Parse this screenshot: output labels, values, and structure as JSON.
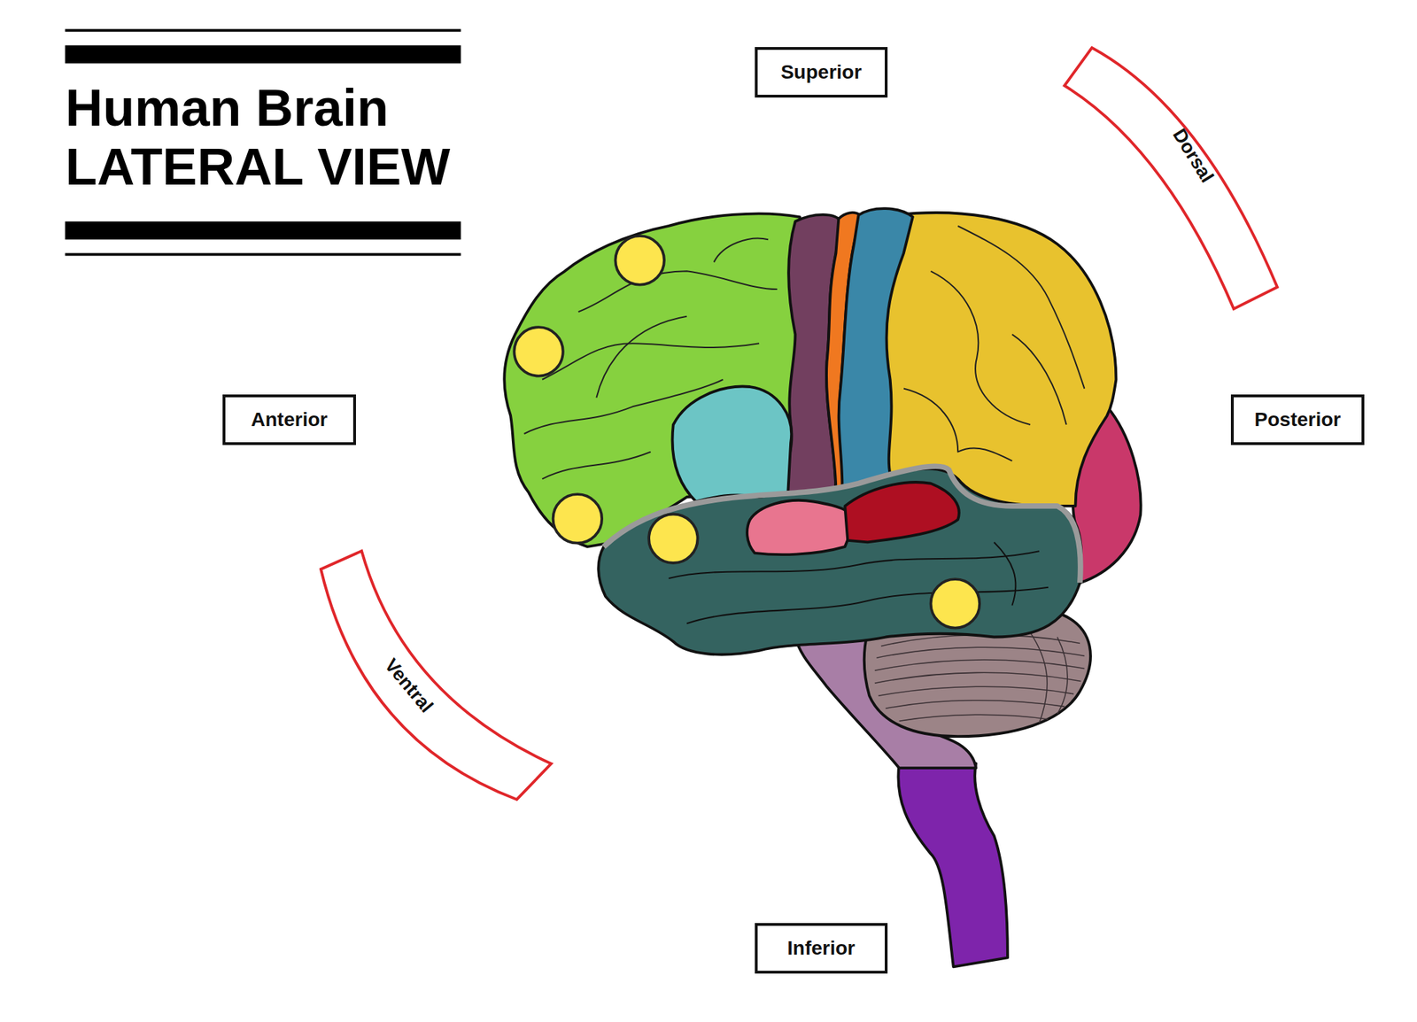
{
  "diagram": {
    "title": "Human Brain LATERAL VIEW",
    "nodes": [
      {
        "text": [
          "Superior"
        ]
      },
      {
        "text": [
          "Dorsal"
        ]
      },
      {
        "text": [
          "Anterior"
        ]
      },
      {
        "text": [
          "Posterior"
        ]
      },
      {
        "text": [
          "Ventral"
        ]
      },
      {
        "text": [
          "Inferior"
        ]
      }
    ]
  }
}
